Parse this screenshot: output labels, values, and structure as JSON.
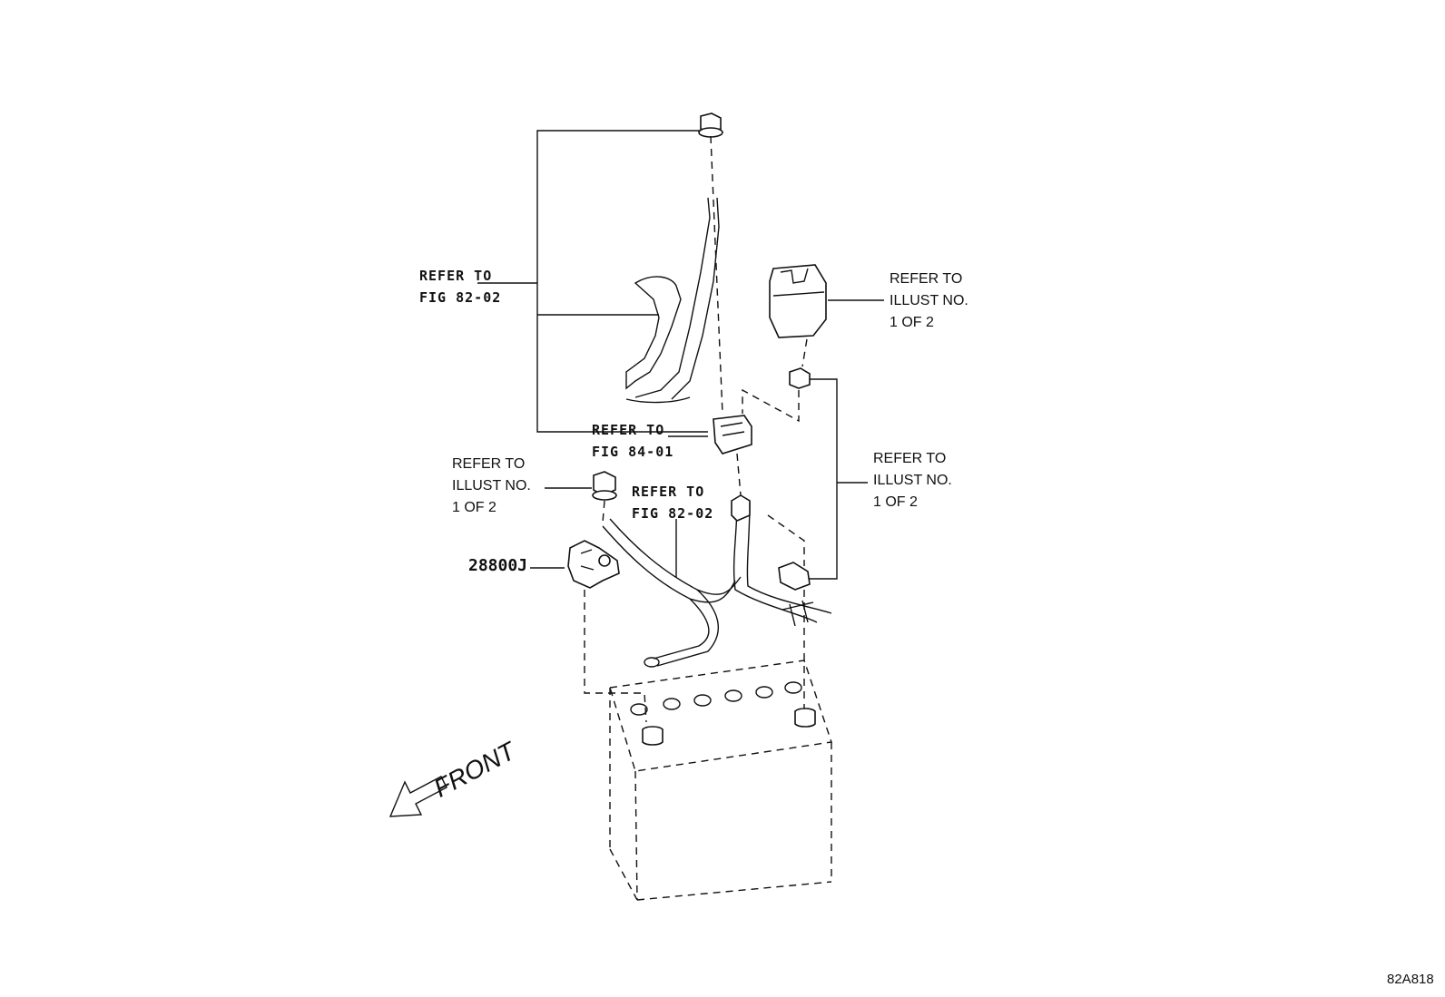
{
  "labels": {
    "refer_fig_82_02_top": [
      "REFER TO",
      "FIG 82-02"
    ],
    "refer_illust_right_top": [
      "REFER TO",
      "ILLUST NO.",
      "1 OF 2"
    ],
    "refer_fig_84_01": [
      "REFER TO",
      "FIG 84-01"
    ],
    "refer_illust_left": [
      "REFER TO",
      "ILLUST NO.",
      "1 OF 2"
    ],
    "refer_fig_82_02_mid": [
      "REFER TO",
      "FIG 82-02"
    ],
    "refer_illust_right_mid": [
      "REFER TO",
      "ILLUST NO.",
      "1 OF 2"
    ],
    "part_number": "28800J",
    "front": "FRONT",
    "diagram_code": "82A818"
  }
}
